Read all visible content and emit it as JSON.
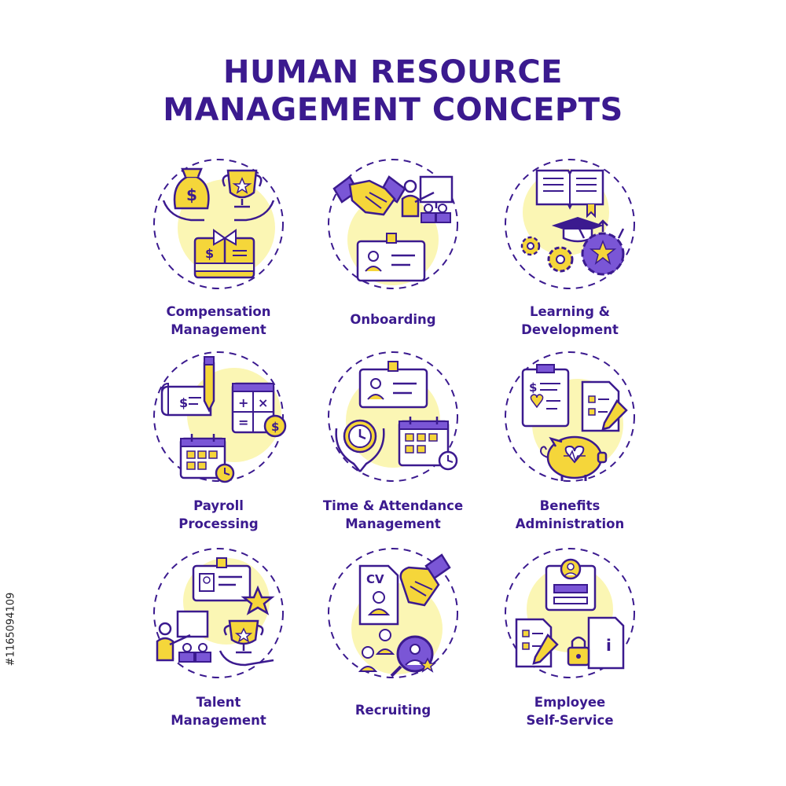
{
  "title": {
    "line1": "HUMAN RESOURCE",
    "line2": "MANAGEMENT CONCEPTS"
  },
  "colors": {
    "purple": "#3b1a8f",
    "yellow": "#f5d63a",
    "light_yellow": "#fbf6b4",
    "white": "#ffffff"
  },
  "concepts": [
    {
      "line1": "Compensation",
      "line2": "Management",
      "icon": "money-bag-trophy-gift-card-icon"
    },
    {
      "line1": "Onboarding",
      "line2": "",
      "icon": "handshake-presentation-badge-icon"
    },
    {
      "line1": "Learning &",
      "line2": "Development",
      "icon": "book-graduation-cap-gears-icon"
    },
    {
      "line1": "Payroll",
      "line2": "Processing",
      "icon": "check-pen-calculator-calendar-icon"
    },
    {
      "line1": "Time & Attendance",
      "line2": "Management",
      "icon": "clock-hands-calendar-badge-icon"
    },
    {
      "line1": "Benefits",
      "line2": "Administration",
      "icon": "clipboard-piggy-bank-icon"
    },
    {
      "line1": "Talent",
      "line2": "Management",
      "icon": "presentation-star-trophy-icon"
    },
    {
      "line1": "Recruiting",
      "line2": "",
      "icon": "cv-handshake-search-person-icon"
    },
    {
      "line1": "Employee",
      "line2": "Self-Service",
      "icon": "id-card-documents-lock-icon"
    }
  ],
  "watermark": {
    "text": "#1165094109"
  }
}
